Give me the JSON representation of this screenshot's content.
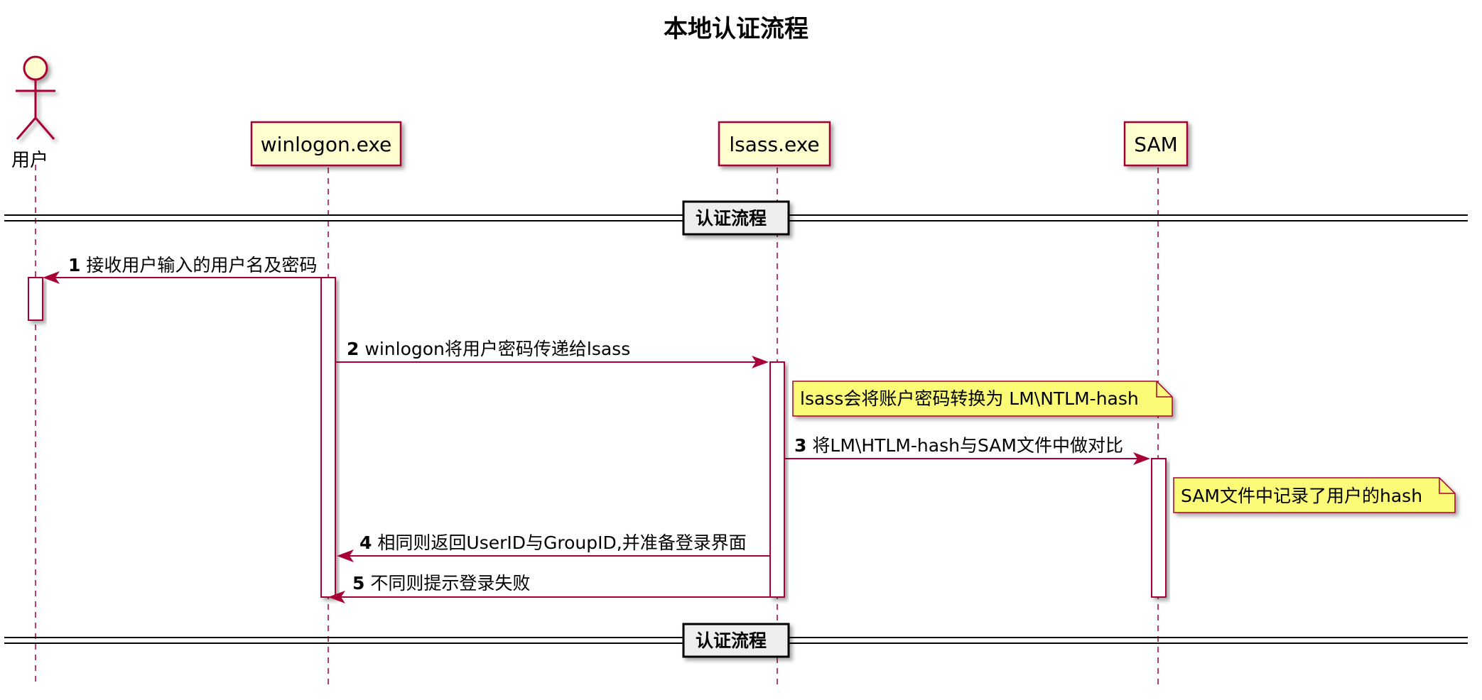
{
  "diagram": {
    "title": "本地认证流程",
    "actor": {
      "label": "用户"
    },
    "participants": [
      {
        "id": "winlogon",
        "label": "winlogon.exe"
      },
      {
        "id": "lsass",
        "label": "lsass.exe"
      },
      {
        "id": "sam",
        "label": "SAM"
      }
    ],
    "dividers": [
      {
        "label": "认证流程"
      },
      {
        "label": "认证流程"
      }
    ],
    "messages": [
      {
        "num": "1",
        "text": "接收用户输入的用户名及密码",
        "from": "winlogon",
        "to": "user"
      },
      {
        "num": "2",
        "text": "winlogon将用户密码传递给lsass",
        "from": "winlogon",
        "to": "lsass"
      },
      {
        "num": "3",
        "text": "将LM\\HTLM-hash与SAM文件中做对比",
        "from": "lsass",
        "to": "sam"
      },
      {
        "num": "4",
        "text": "相同则返回UserID与GroupID,并准备登录界面",
        "from": "lsass",
        "to": "winlogon"
      },
      {
        "num": "5",
        "text": "不同则提示登录失败",
        "from": "lsass",
        "to": "winlogon"
      }
    ],
    "notes": [
      {
        "text": "lsass会将账户密码转换为 LM\\NTLM-hash",
        "attached_to": "lsass"
      },
      {
        "text": "SAM文件中记录了用户的hash",
        "attached_to": "sam"
      }
    ],
    "colors": {
      "participant_fill": "#FEFECE",
      "participant_border": "#A80036",
      "note_fill": "#FBFB77",
      "lifeline": "#A80036",
      "arrow": "#A80036",
      "divider_fill": "#EEEEEE"
    }
  }
}
